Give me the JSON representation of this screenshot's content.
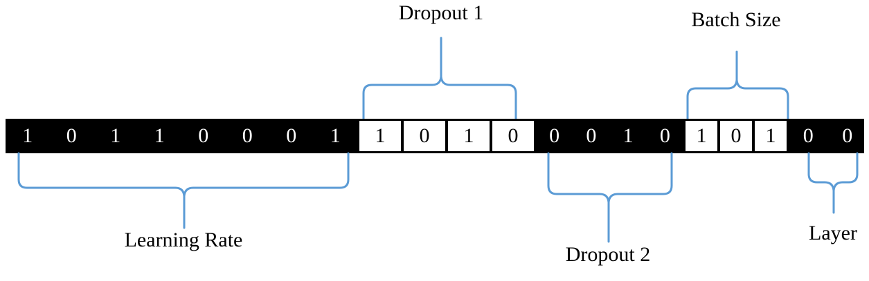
{
  "figure": {
    "type": "chromosome-encoding-diagram",
    "accent_color": "#5B9BD5",
    "bar_color": "#000000",
    "bit_color_on_black": "#ffffff",
    "bit_color_in_box": "#000000"
  },
  "chromosome": {
    "total_bits": 21,
    "bits": [
      "1",
      "0",
      "1",
      "1",
      "0",
      "0",
      "0",
      "1",
      "1",
      "0",
      "1",
      "0",
      "0",
      "0",
      "1",
      "0",
      "1",
      "0",
      "1",
      "0",
      "0"
    ],
    "segments": [
      {
        "name": "learning-rate",
        "label": "Learning Rate",
        "bits": [
          "1",
          "0",
          "1",
          "1",
          "0",
          "0",
          "0",
          "1"
        ],
        "boxed": false
      },
      {
        "name": "dropout-1",
        "label": "Dropout 1",
        "bits": [
          "1",
          "0",
          "1",
          "0"
        ],
        "boxed": true
      },
      {
        "name": "dropout-2",
        "label": "Dropout 2",
        "bits": [
          "0",
          "0",
          "1",
          "0"
        ],
        "boxed": false
      },
      {
        "name": "batch-size",
        "label": "Batch Size",
        "bits": [
          "1",
          "0",
          "1"
        ],
        "boxed": true
      },
      {
        "name": "layer",
        "label": "Layer",
        "bits": [
          "0",
          "0"
        ],
        "boxed": false
      }
    ]
  },
  "annotations": {
    "learning_rate": {
      "label": "Learning Rate",
      "position": "below"
    },
    "dropout_1": {
      "label": "Dropout 1",
      "position": "above"
    },
    "dropout_2": {
      "label": "Dropout 2",
      "position": "below"
    },
    "batch_size": {
      "label": "Batch Size",
      "position": "above"
    },
    "layer": {
      "label": "Layer",
      "position": "below"
    }
  }
}
